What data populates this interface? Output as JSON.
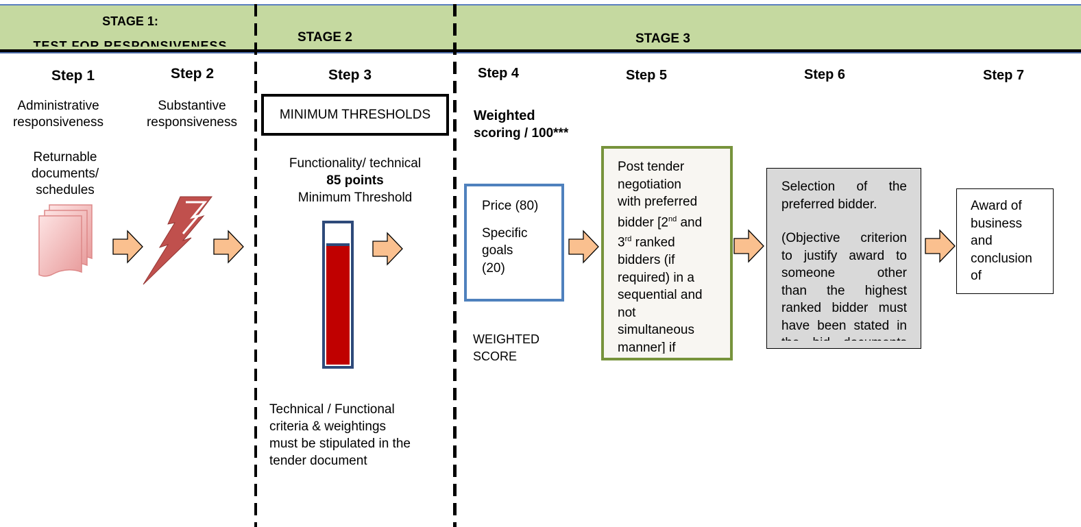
{
  "stages": {
    "stage1_line1": "STAGE 1:",
    "stage1_line2": "TEST FOR RESPONSIVENESS",
    "stage2": "STAGE 2",
    "stage3": "STAGE 3"
  },
  "steps": [
    "Step 1",
    "Step 2",
    "Step 3",
    "Step 4",
    "Step 5",
    "Step 6",
    "Step 7"
  ],
  "step1": {
    "line1": "Administrative",
    "line2": "responsiveness",
    "doc_line1": "Returnable",
    "doc_line2": "documents/",
    "doc_line3": "schedules",
    "icon": "documents-icon"
  },
  "step2": {
    "line1": "Substantive",
    "line2": "responsiveness",
    "icon": "lightning-icon"
  },
  "step3": {
    "box": "MINIMUM THRESHOLDS",
    "line1": "Functionality/ technical",
    "points": "85 points",
    "line3": "Minimum Threshold",
    "note1": "Technical / Functional",
    "note2": "criteria & weightings",
    "note3": "must be stipulated in the",
    "note4": "tender document",
    "bar_fill_fraction": 0.85
  },
  "step4": {
    "heading1": "Weighted",
    "heading2": "scoring / 100***",
    "price": "Price (80)",
    "goals1": "Specific",
    "goals2": "goals",
    "goals3": "(20)",
    "score1": "WEIGHTED",
    "score2": "SCORE"
  },
  "step5": {
    "l1": "Post tender",
    "l2": "negotiation",
    "l3": "with preferred",
    "l4a": "bidder [2",
    "l4sup": "nd",
    "l4b": " and",
    "l5sup": "rd",
    "l5a": "3",
    "l5b": " ranked",
    "l6": "bidders (if",
    "l7": "required) in a",
    "l8": "sequential and",
    "l9": "not",
    "l10": "simultaneous",
    "l11": "manner] if"
  },
  "step6": {
    "l1": "Selection of the",
    "l2": "preferred bidder.",
    "l3": "(Objective criterion",
    "l4": "to justify award to",
    "l5": "someone other",
    "l6": "than the highest",
    "l7": "ranked bidder must",
    "l8": "have been stated in",
    "l9": "the bid documents"
  },
  "step7": {
    "l1": "Award of",
    "l2": "business",
    "l3": "and",
    "l4": "conclusion",
    "l5": "of"
  },
  "colors": {
    "band": "#c5d9a0",
    "arrow_fill": "#fac08f",
    "bar_red": "#c00000",
    "bar_border": "#2e4a7a",
    "step4_border": "#4f81bd",
    "step5_border": "#77933c",
    "step6_fill": "#d9d9d9"
  }
}
